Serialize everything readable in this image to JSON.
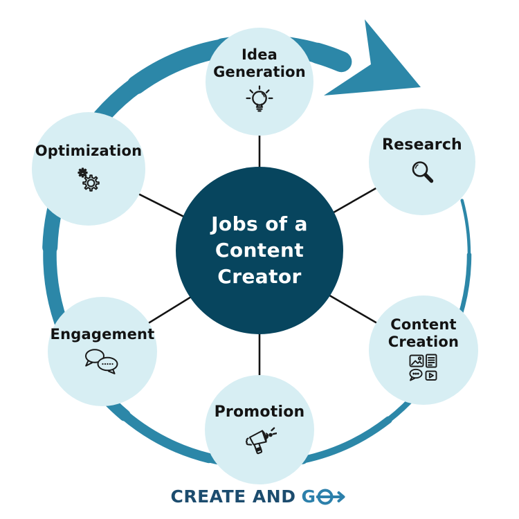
{
  "diagram": {
    "title": "Jobs of a\nContent\nCreator",
    "nodes": [
      {
        "id": "idea-generation",
        "label": "Idea\nGeneration",
        "icon": "lightbulb-icon"
      },
      {
        "id": "research",
        "label": "Research",
        "icon": "magnifier-icon"
      },
      {
        "id": "content-creation",
        "label": "Content\nCreation",
        "icon": "media-grid-icon"
      },
      {
        "id": "promotion",
        "label": "Promotion",
        "icon": "megaphone-icon"
      },
      {
        "id": "engagement",
        "label": "Engagement",
        "icon": "chat-bubbles-icon"
      },
      {
        "id": "optimization",
        "label": "Optimization",
        "icon": "gears-icon"
      }
    ],
    "cycle_arrow": {
      "description": "clockwise tapered circular arrow",
      "color": "#2C87A8"
    }
  },
  "logo": {
    "prefix": "CREATE AND",
    "go_g": "G",
    "suffix_icon": "go-arrow-icon"
  },
  "colors": {
    "background": "#FFFFFF",
    "ring": "#2C87A8",
    "node_fill": "#D7EEF3",
    "center_fill": "#07455E",
    "center_text": "#FFFFFF",
    "label_text": "#131313",
    "logo_dark": "#1C4C6E",
    "logo_light": "#2C80AB"
  }
}
